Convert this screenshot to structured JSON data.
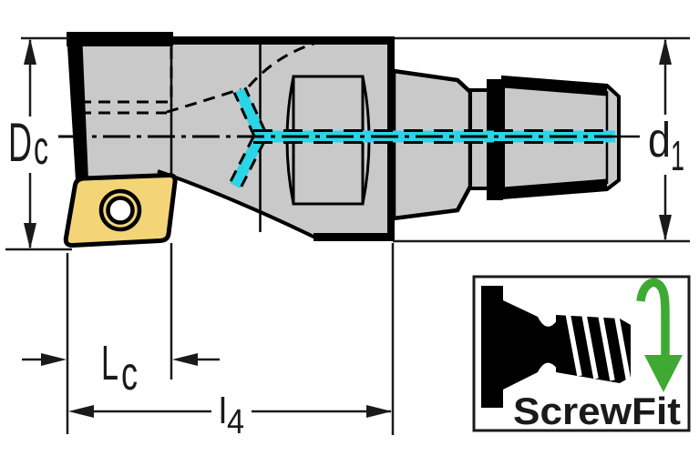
{
  "labels": {
    "dc": {
      "main": "D",
      "sub": "c"
    },
    "d1": {
      "main": "d",
      "sub": "1"
    },
    "lc": {
      "main": "L",
      "sub": "c"
    },
    "l4": {
      "main": "l",
      "sub": "4"
    }
  },
  "logo": {
    "text": "ScrewFit"
  },
  "colors": {
    "body_gray": "#c9c9c9",
    "insert_yellow": "#f3d578",
    "coolant_cyan": "#2bd5e5",
    "logo_green": "#3faa33",
    "outline_black": "#000000",
    "dimension_black": "#1a1a1a"
  }
}
